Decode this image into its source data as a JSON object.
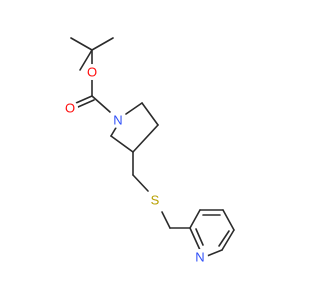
{
  "molecule": {
    "atoms": {
      "o_ester": "O",
      "o_carbonyl": "O",
      "n_pyrrolidine": "N",
      "s_thioether": "S",
      "n_pyridine": "N"
    }
  },
  "colors": {
    "bond": "#2b2b2b",
    "oxygen": "#ff0d0d",
    "nitrogen": "#3050f8",
    "sulfur": "#b8a000"
  }
}
